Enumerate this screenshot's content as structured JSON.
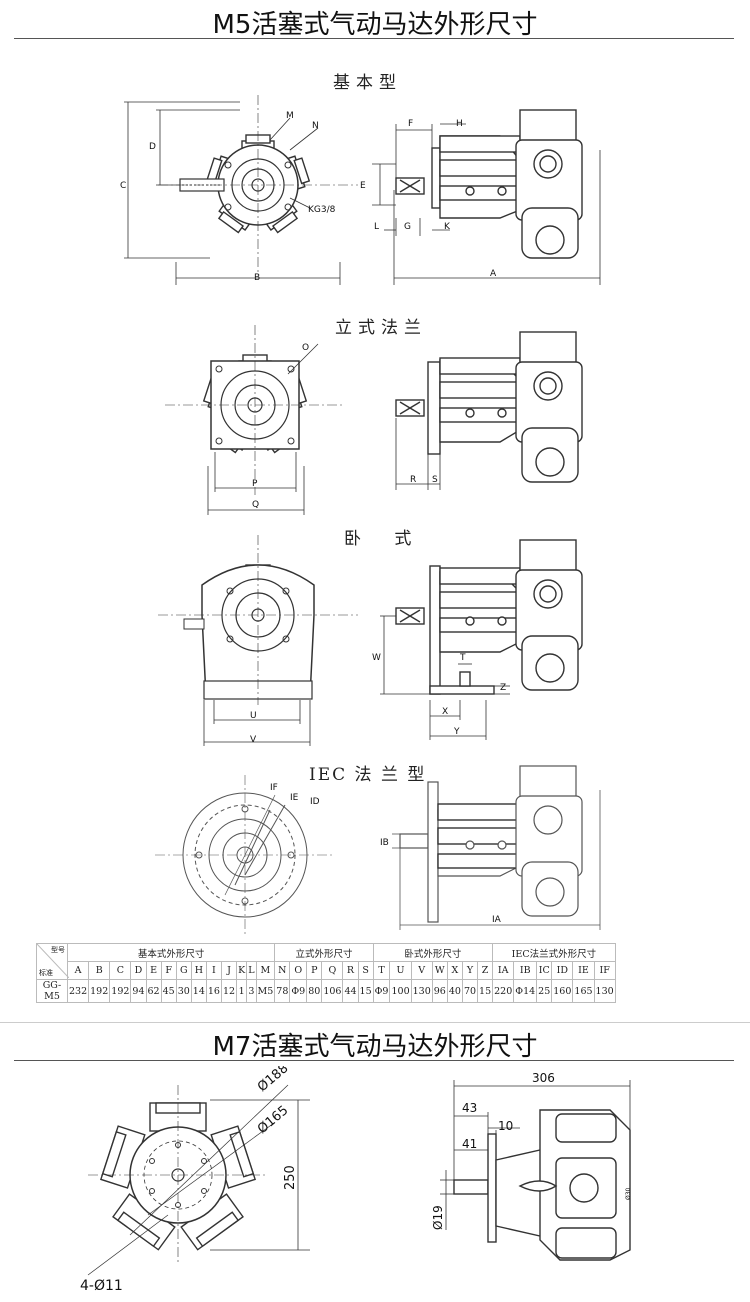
{
  "m5_title": "M5活塞式气动马达外形尺寸",
  "m7_title": "M7活塞式气动马达外形尺寸",
  "sections": {
    "basic": "基本型",
    "vertical_flange": "立式法兰",
    "horizontal": "卧 式",
    "iec_flange": "IEC 法 兰 型"
  },
  "labels": {
    "basic_front": [
      "D",
      "C",
      "B",
      "M",
      "N",
      "KG3/8"
    ],
    "basic_side": [
      "F",
      "H",
      "E",
      "L",
      "G",
      "K",
      "A"
    ],
    "flange_front": [
      "O",
      "P",
      "Q"
    ],
    "flange_side": [
      "R",
      "S"
    ],
    "horiz_front": [
      "U",
      "V"
    ],
    "horiz_side": [
      "W",
      "T",
      "Z",
      "X",
      "Y"
    ],
    "iec_front": [
      "IF",
      "IE",
      "ID"
    ],
    "iec_side": [
      "IB",
      "IA"
    ]
  },
  "table": {
    "corner_top": "型号",
    "corner_bottom": "标准",
    "groups": [
      {
        "label": "基本式外形尺寸",
        "span": 13
      },
      {
        "label": "立式外形尺寸",
        "span": 6
      },
      {
        "label": "卧式外形尺寸",
        "span": 7
      },
      {
        "label": "IEC法兰式外形尺寸",
        "span": 6
      }
    ],
    "headers": [
      "A",
      "B",
      "C",
      "D",
      "E",
      "F",
      "G",
      "H",
      "I",
      "J",
      "K",
      "L",
      "M",
      "N",
      "O",
      "P",
      "Q",
      "R",
      "S",
      "T",
      "U",
      "V",
      "W",
      "X",
      "Y",
      "Z",
      "IA",
      "IB",
      "IC",
      "ID",
      "IE",
      "IF"
    ],
    "model": "GG-M5",
    "values": [
      "232",
      "192",
      "192",
      "94",
      "62",
      "45",
      "30",
      "14",
      "16",
      "12",
      "1",
      "3",
      "M5",
      "78",
      "Φ9",
      "80",
      "106",
      "44",
      "15",
      "Φ9",
      "100",
      "130",
      "96",
      "40",
      "70",
      "15",
      "220",
      "Φ14",
      "25",
      "160",
      "165",
      "130"
    ]
  },
  "m7_dims": {
    "d188": "Ø188",
    "d165": "Ø165",
    "h250": "250",
    "holes": "4-Ø11",
    "w306": "306",
    "w43": "43",
    "w10": "10",
    "w41": "41",
    "d19": "Ø19",
    "side_small": "Ø30"
  }
}
